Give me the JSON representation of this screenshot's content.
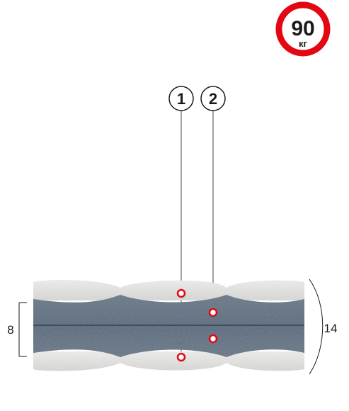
{
  "weight_badge": {
    "value": "90",
    "unit": "кг",
    "ring_color": "#e30613"
  },
  "callouts": [
    {
      "number": "1"
    },
    {
      "number": "2"
    }
  ],
  "dimensions": {
    "core_height": "8",
    "total_height": "14"
  },
  "colors": {
    "marker": "#e30613",
    "core": "#5b6a78",
    "foam": "#e6e6e4"
  }
}
